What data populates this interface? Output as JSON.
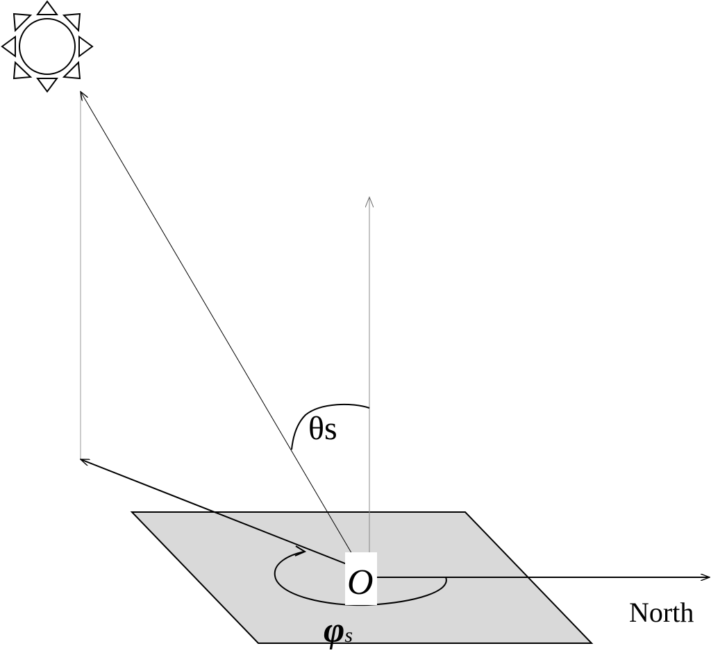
{
  "labels": {
    "origin": "O",
    "north": "North",
    "zenith_angle": "θs",
    "azimuth_symbol": "φ",
    "azimuth_subscript": "s"
  },
  "icons": {
    "sun": "sun-icon"
  },
  "colors": {
    "plane_fill": "#d9d9d9",
    "stroke": "#000000",
    "thin_stroke": "#777777",
    "background": "#ffffff"
  }
}
